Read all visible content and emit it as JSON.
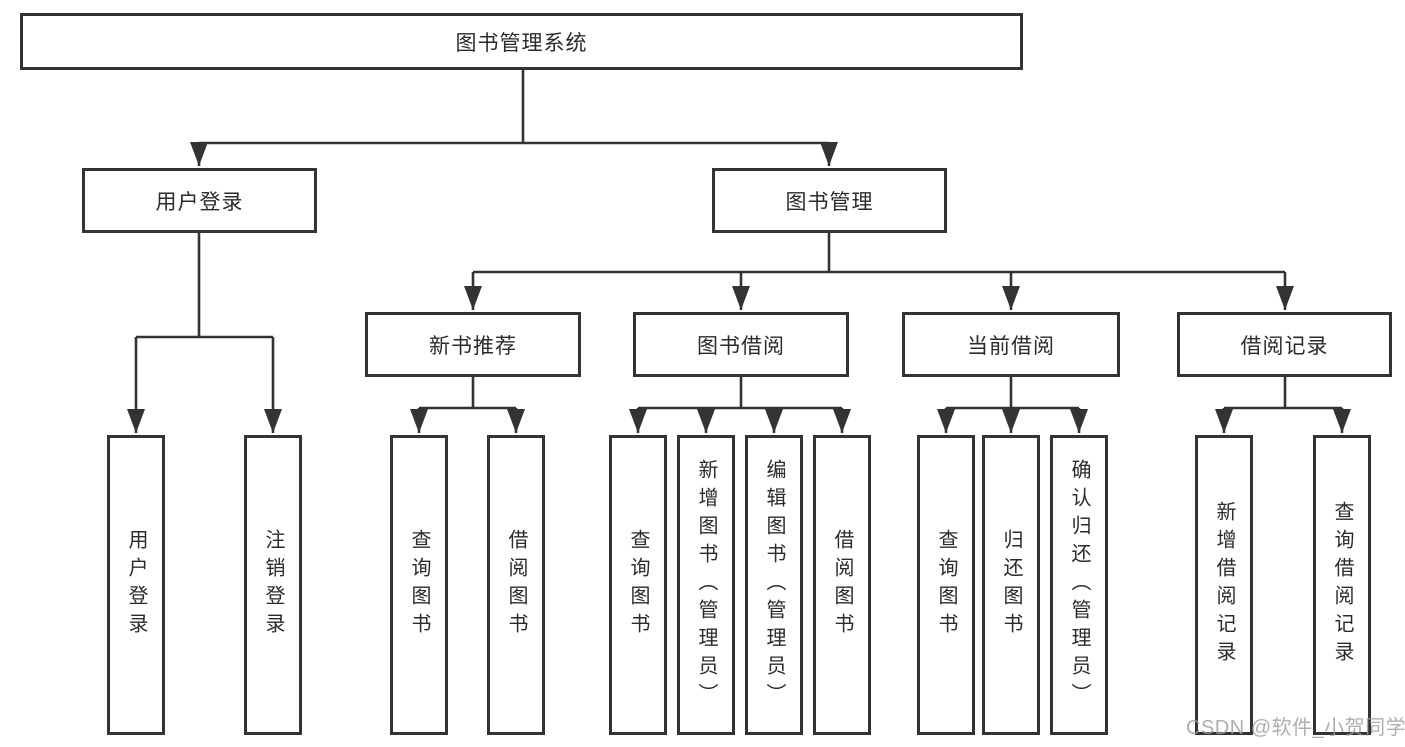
{
  "diagram": {
    "root": {
      "label": "图书管理系统"
    },
    "login": {
      "label": "用户登录",
      "children": [
        {
          "label": "用户登录"
        },
        {
          "label": "注销登录"
        }
      ]
    },
    "manage": {
      "label": "图书管理",
      "sections": [
        {
          "label": "新书推荐",
          "children": [
            {
              "label": "查询图书"
            },
            {
              "label": "借阅图书"
            }
          ]
        },
        {
          "label": "图书借阅",
          "children": [
            {
              "label": "查询图书"
            },
            {
              "label": "新增图书（管理员）"
            },
            {
              "label": "编辑图书（管理员）"
            },
            {
              "label": "借阅图书"
            }
          ]
        },
        {
          "label": "当前借阅",
          "children": [
            {
              "label": "查询图书"
            },
            {
              "label": "归还图书"
            },
            {
              "label": "确认归还（管理员）"
            }
          ]
        },
        {
          "label": "借阅记录",
          "children": [
            {
              "label": "新增借阅记录"
            },
            {
              "label": "查询借阅记录"
            }
          ]
        }
      ]
    }
  },
  "watermark": {
    "text": "CSDN @软件_小贺同学"
  },
  "colors": {
    "line": "#333333",
    "text": "#2b2b2b",
    "background": "#ffffff",
    "watermark": "#9e9e9e"
  }
}
